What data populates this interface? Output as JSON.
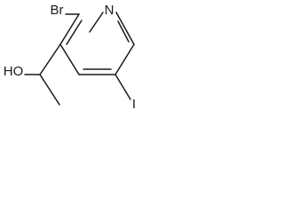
{
  "molecule": {
    "atoms": {
      "nitrogen": "N",
      "bromine": "Br",
      "iodine": "I",
      "hydroxyl": "HO"
    }
  }
}
